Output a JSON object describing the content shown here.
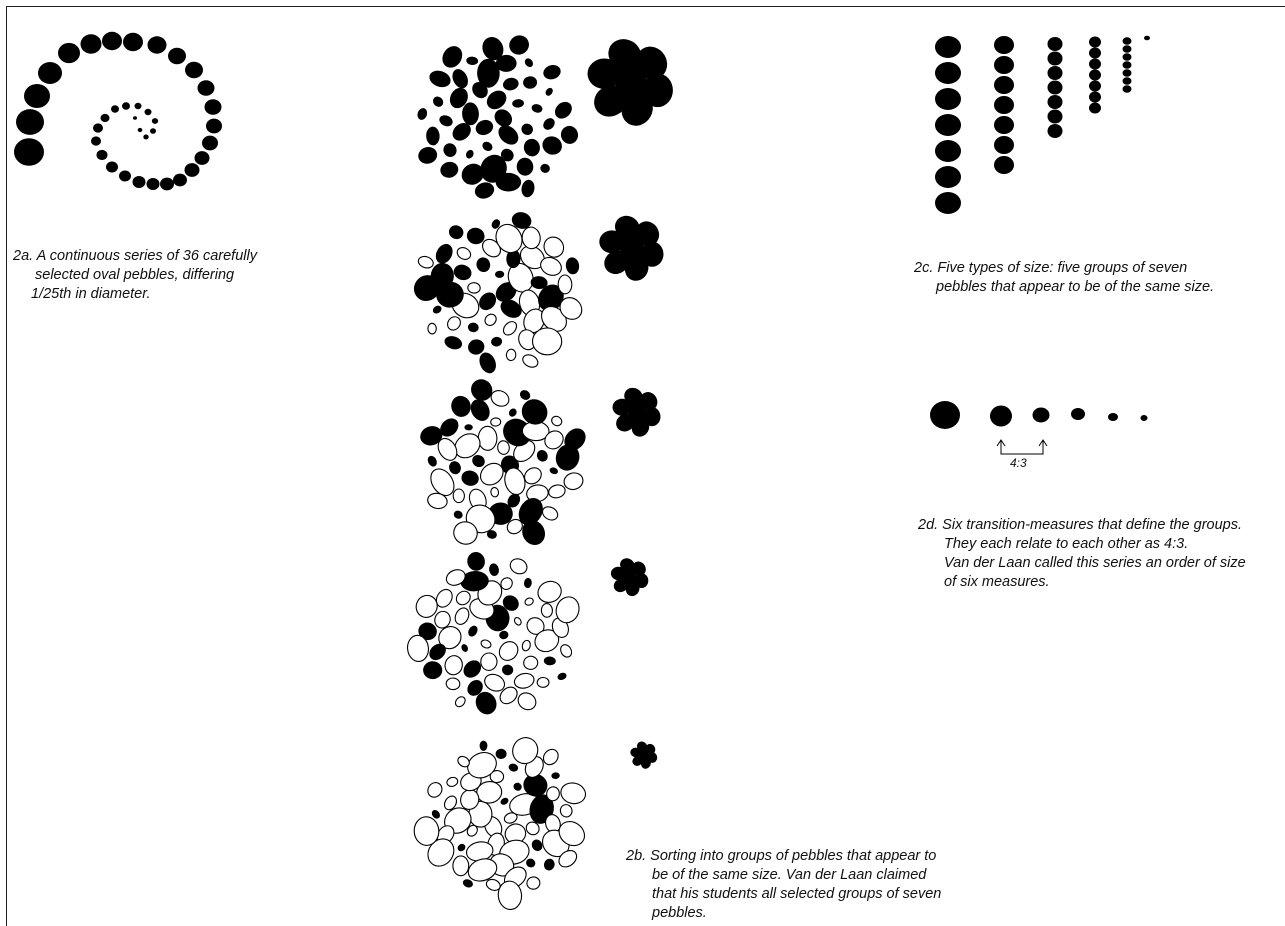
{
  "captions": {
    "a": {
      "lines": [
        "2a. A continuous series of 36 carefully",
        "selected oval pebbles, differing",
        "1/25th in diameter."
      ]
    },
    "b": {
      "lines": [
        "2b. Sorting into groups of pebbles that appear to",
        "be of the same size. Van der Laan claimed",
        "that his students all selected groups of seven",
        "pebbles."
      ]
    },
    "c": {
      "lines": [
        "2c. Five types of size: five groups of seven",
        "pebbles that appear to be of the same size."
      ]
    },
    "d": {
      "lines": [
        "2d. Six transition-measures that define the groups.",
        "They each relate to each other as 4:3.",
        "Van der Laan called this series an order of size",
        "of six measures."
      ]
    }
  },
  "ratio_label": "4:3",
  "colors": {
    "pebble_fill": "#000000",
    "outline": "#000000",
    "background": "#ffffff"
  },
  "spiral": {
    "count": 36
  },
  "columns": {
    "groups": 5,
    "pebbles_per_group": 7
  },
  "transition_measures": {
    "count": 6,
    "ratio": "4:3"
  }
}
